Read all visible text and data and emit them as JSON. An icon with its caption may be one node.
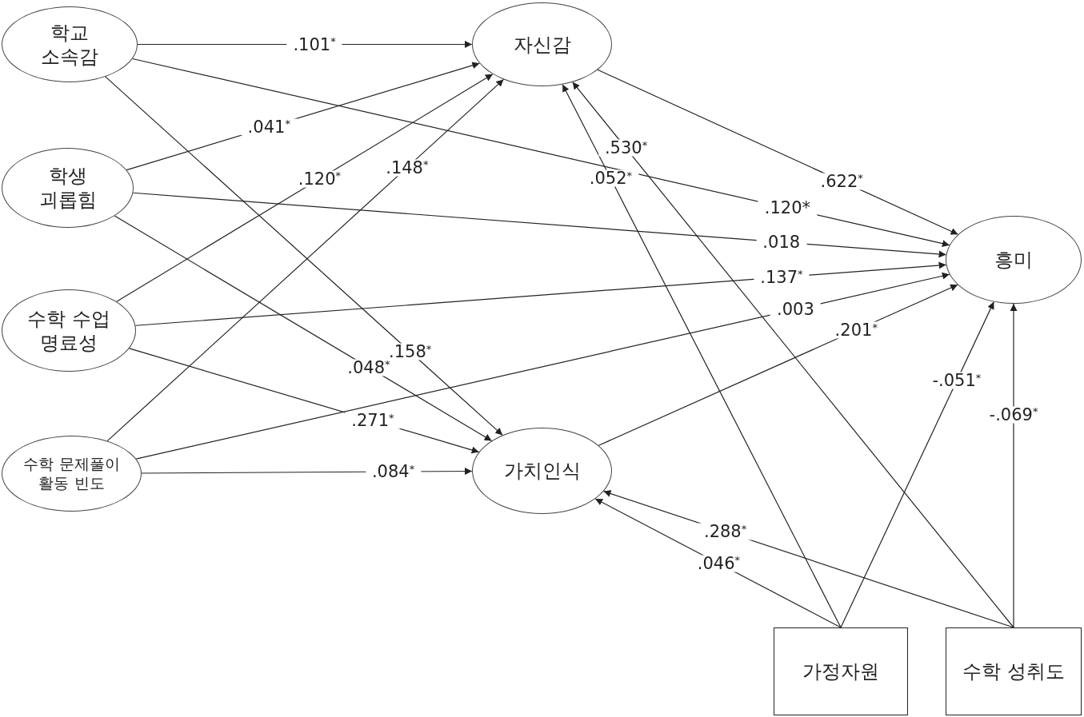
{
  "diagram": {
    "nodes": [
      {
        "text": [
          "학교 소속감"
        ]
      },
      {
        "text": [
          "학생 괴롭힘"
        ]
      },
      {
        "text": [
          "수학 수업 명료성"
        ]
      },
      {
        "text": [
          "수학 문제풀이 활동 빈도"
        ]
      },
      {
        "text": [
          "자신감"
        ]
      },
      {
        "text": [
          "흥미"
        ]
      },
      {
        "text": [
          "가치인식"
        ]
      },
      {
        "text": [
          "가정자원"
        ]
      },
      {
        "text": [
          "수학 성취도"
        ]
      }
    ],
    "edges": [
      {
        "from": 0,
        "to": 4,
        "arrow": "to",
        "label": ".101$^{*}$"
      },
      {
        "from": 0,
        "to": 5,
        "arrow": "to",
        "label": ".120*"
      },
      {
        "from": 0,
        "to": 6,
        "arrow": "to",
        "label": ".158$^{*}$"
      },
      {
        "from": 1,
        "to": 4,
        "arrow": "to",
        "label": ".041$^{*}$"
      },
      {
        "from": 1,
        "to": 5,
        "arrow": "to",
        "label": ".018"
      },
      {
        "from": 1,
        "to": 6,
        "arrow": "to",
        "label": ".048$^{*}$"
      },
      {
        "from": 2,
        "to": 4,
        "arrow": "to",
        "label": ".120$^{*}$"
      },
      {
        "from": 2,
        "to": 5,
        "arrow": "to",
        "label": ".137$^{*}$"
      },
      {
        "from": 2,
        "to": 6,
        "arrow": "to",
        "label": ".271$^{*}$"
      },
      {
        "from": 3,
        "to": 4,
        "arrow": "to",
        "label": ".148$^{*}$"
      },
      {
        "from": 3,
        "to": 5,
        "arrow": "to",
        "label": ".003"
      },
      {
        "from": 3,
        "to": 6,
        "arrow": "to",
        "label": ".084$^{*}$"
      },
      {
        "from": 4,
        "to": 5,
        "arrow": "to",
        "label": ".622$^{*}$"
      },
      {
        "from": 6,
        "to": 5,
        "arrow": "to",
        "label": ".201$^{*}$"
      },
      {
        "from": 7,
        "to": 4,
        "arrow": "to",
        "label": ".052$^{*}$"
      },
      {
        "from": 8,
        "to": 4,
        "arrow": "to",
        "label": ".530$^{*}$"
      },
      {
        "from": 7,
        "to": 6,
        "arrow": "to",
        "label": ".046$^{*}$"
      },
      {
        "from": 8,
        "to": 6,
        "arrow": "to",
        "label": ".288$^{*}$"
      },
      {
        "from": 7,
        "to": 5,
        "arrow": "to",
        "label": "-.051$^{*}$"
      },
      {
        "from": 8,
        "to": 5,
        "arrow": "to",
        "label": "-.069$^{*}$"
      }
    ]
  }
}
